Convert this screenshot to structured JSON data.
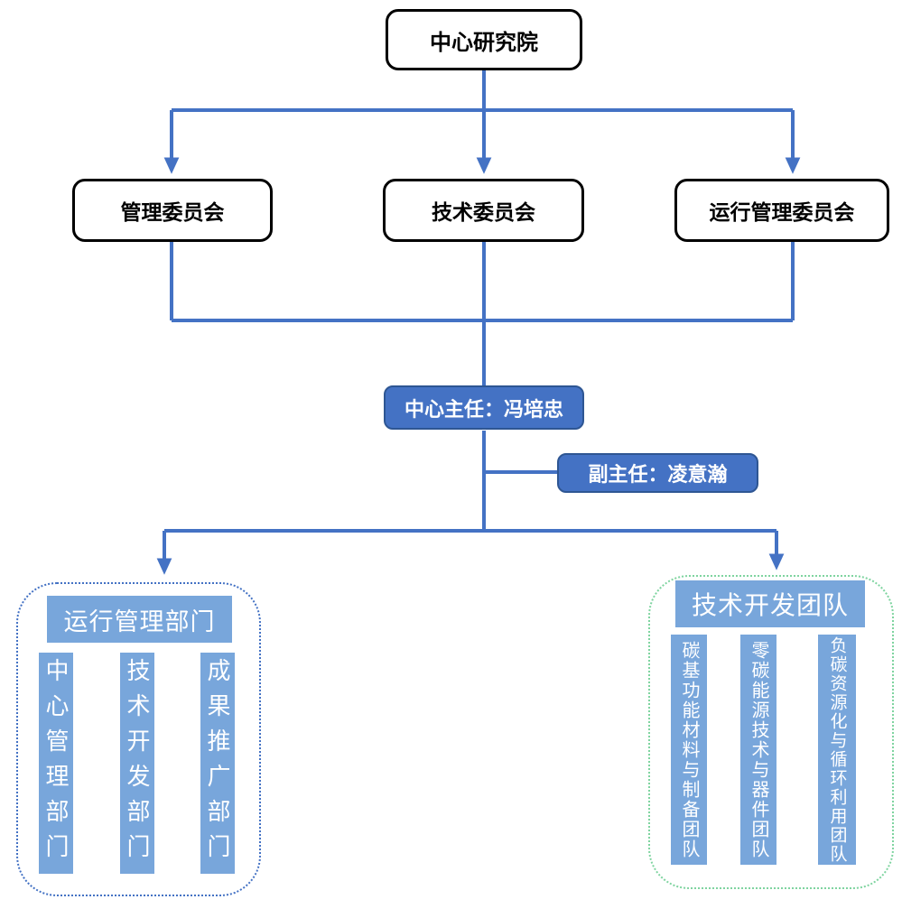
{
  "org": {
    "root": {
      "label": "中心研究院"
    },
    "committees": [
      {
        "label": "管理委员会"
      },
      {
        "label": "技术委员会"
      },
      {
        "label": "运行管理委员会"
      }
    ],
    "director": {
      "label": "中心主任：冯培忠"
    },
    "deputy": {
      "label": "副主任：凌意瀚"
    },
    "left_group": {
      "title": "运行管理部门",
      "departments": [
        {
          "label": "中心管理部门"
        },
        {
          "label": "技术开发部门"
        },
        {
          "label": "成果推广部门"
        }
      ]
    },
    "right_group": {
      "title": "技术开发团队",
      "teams": [
        {
          "label": "碳基功能材料与制备团队"
        },
        {
          "label": "零碳能源技术与器件团队"
        },
        {
          "label": "负碳资源化与循环利用团队"
        }
      ]
    }
  },
  "colors": {
    "connector": "#4472C4",
    "primary_fill": "#4472C4",
    "primary_border": "#2E5693",
    "light_fill": "#78A6DB",
    "left_group_border": "#4472C4",
    "right_group_border": "#7FD4A0",
    "outline_border": "#000000"
  }
}
